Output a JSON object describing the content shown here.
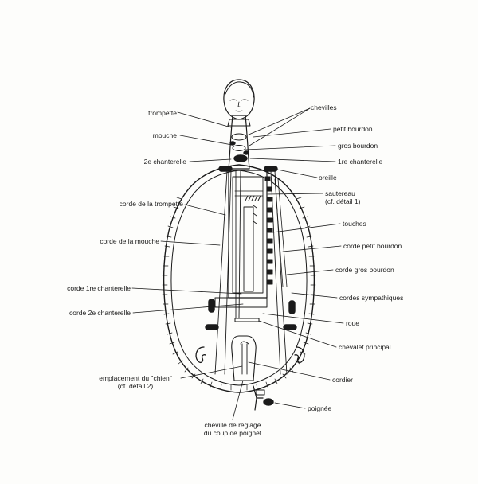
{
  "labels": {
    "trompette": "trompette",
    "mouche": "mouche",
    "chanterelle2_top": "2e chanterelle",
    "corde_trompette": "corde de la trompette",
    "corde_mouche": "corde de la mouche",
    "corde_chanterelle1": "corde 1re chanterelle",
    "corde_chanterelle2": "corde 2e chanterelle",
    "chien_line1": "emplacement du \"chien\"",
    "chien_line2": "(cf. détail 2)",
    "chevilles": "chevilles",
    "petit_bourdon": "petit bourdon",
    "gros_bourdon": "gros bourdon",
    "chanterelle1_top": "1re chanterelle",
    "oreille": "oreille",
    "sautereau_line1": "sautereau",
    "sautereau_line2": "(cf. détail 1)",
    "touches": "touches",
    "corde_petit_bourdon": "corde petit bourdon",
    "corde_gros_bourdon": "corde gros bourdon",
    "cordes_sympathiques": "cordes sympathiques",
    "roue": "roue",
    "chevalet": "chevalet principal",
    "cordier": "cordier",
    "poignee": "poignée",
    "cheville_line1": "cheville de réglage",
    "cheville_line2": "du coup de poignet"
  },
  "colors": {
    "ink": "#1a1a1a",
    "paper": "#fdfdfb"
  }
}
